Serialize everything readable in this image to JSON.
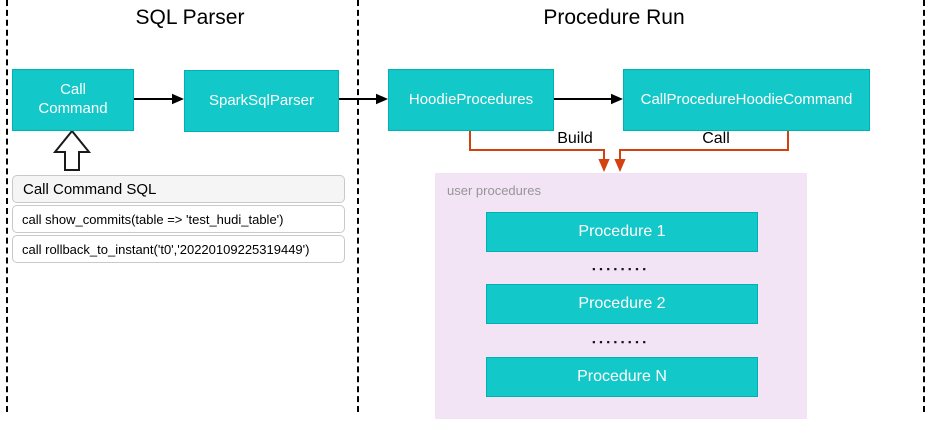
{
  "colors": {
    "teal": "#13c8c8",
    "teal_border": "#00b0b4",
    "orange": "#d2410f",
    "pink": "#f2e4f5",
    "pink_label": "#959595",
    "box_border": "#c9c9c9",
    "header_bg": "#f5f5f5",
    "line": "#000000"
  },
  "sections": {
    "sql_parser": {
      "title": "SQL Parser"
    },
    "procedure_run": {
      "title": "Procedure Run"
    }
  },
  "nodes": {
    "call_command": "Call Command",
    "spark_sql_parser": "SparkSqlParser",
    "hoodie_procedures": "HoodieProcedures",
    "call_procedure_hoodie_command": "CallProcedureHoodieCommand"
  },
  "edges": {
    "build_label": "Build",
    "call_label": "Call"
  },
  "sql_box": {
    "title": "Call Command SQL",
    "rows": [
      "call show_commits(table => 'test_hudi_table')",
      "call rollback_to_instant('t0','20220109225319449')"
    ]
  },
  "user_procedures": {
    "label": "user procedures",
    "items": [
      "Procedure 1",
      "Procedure 2",
      "Procedure N"
    ],
    "dots": "▪▪▪▪▪▪▪▪"
  }
}
